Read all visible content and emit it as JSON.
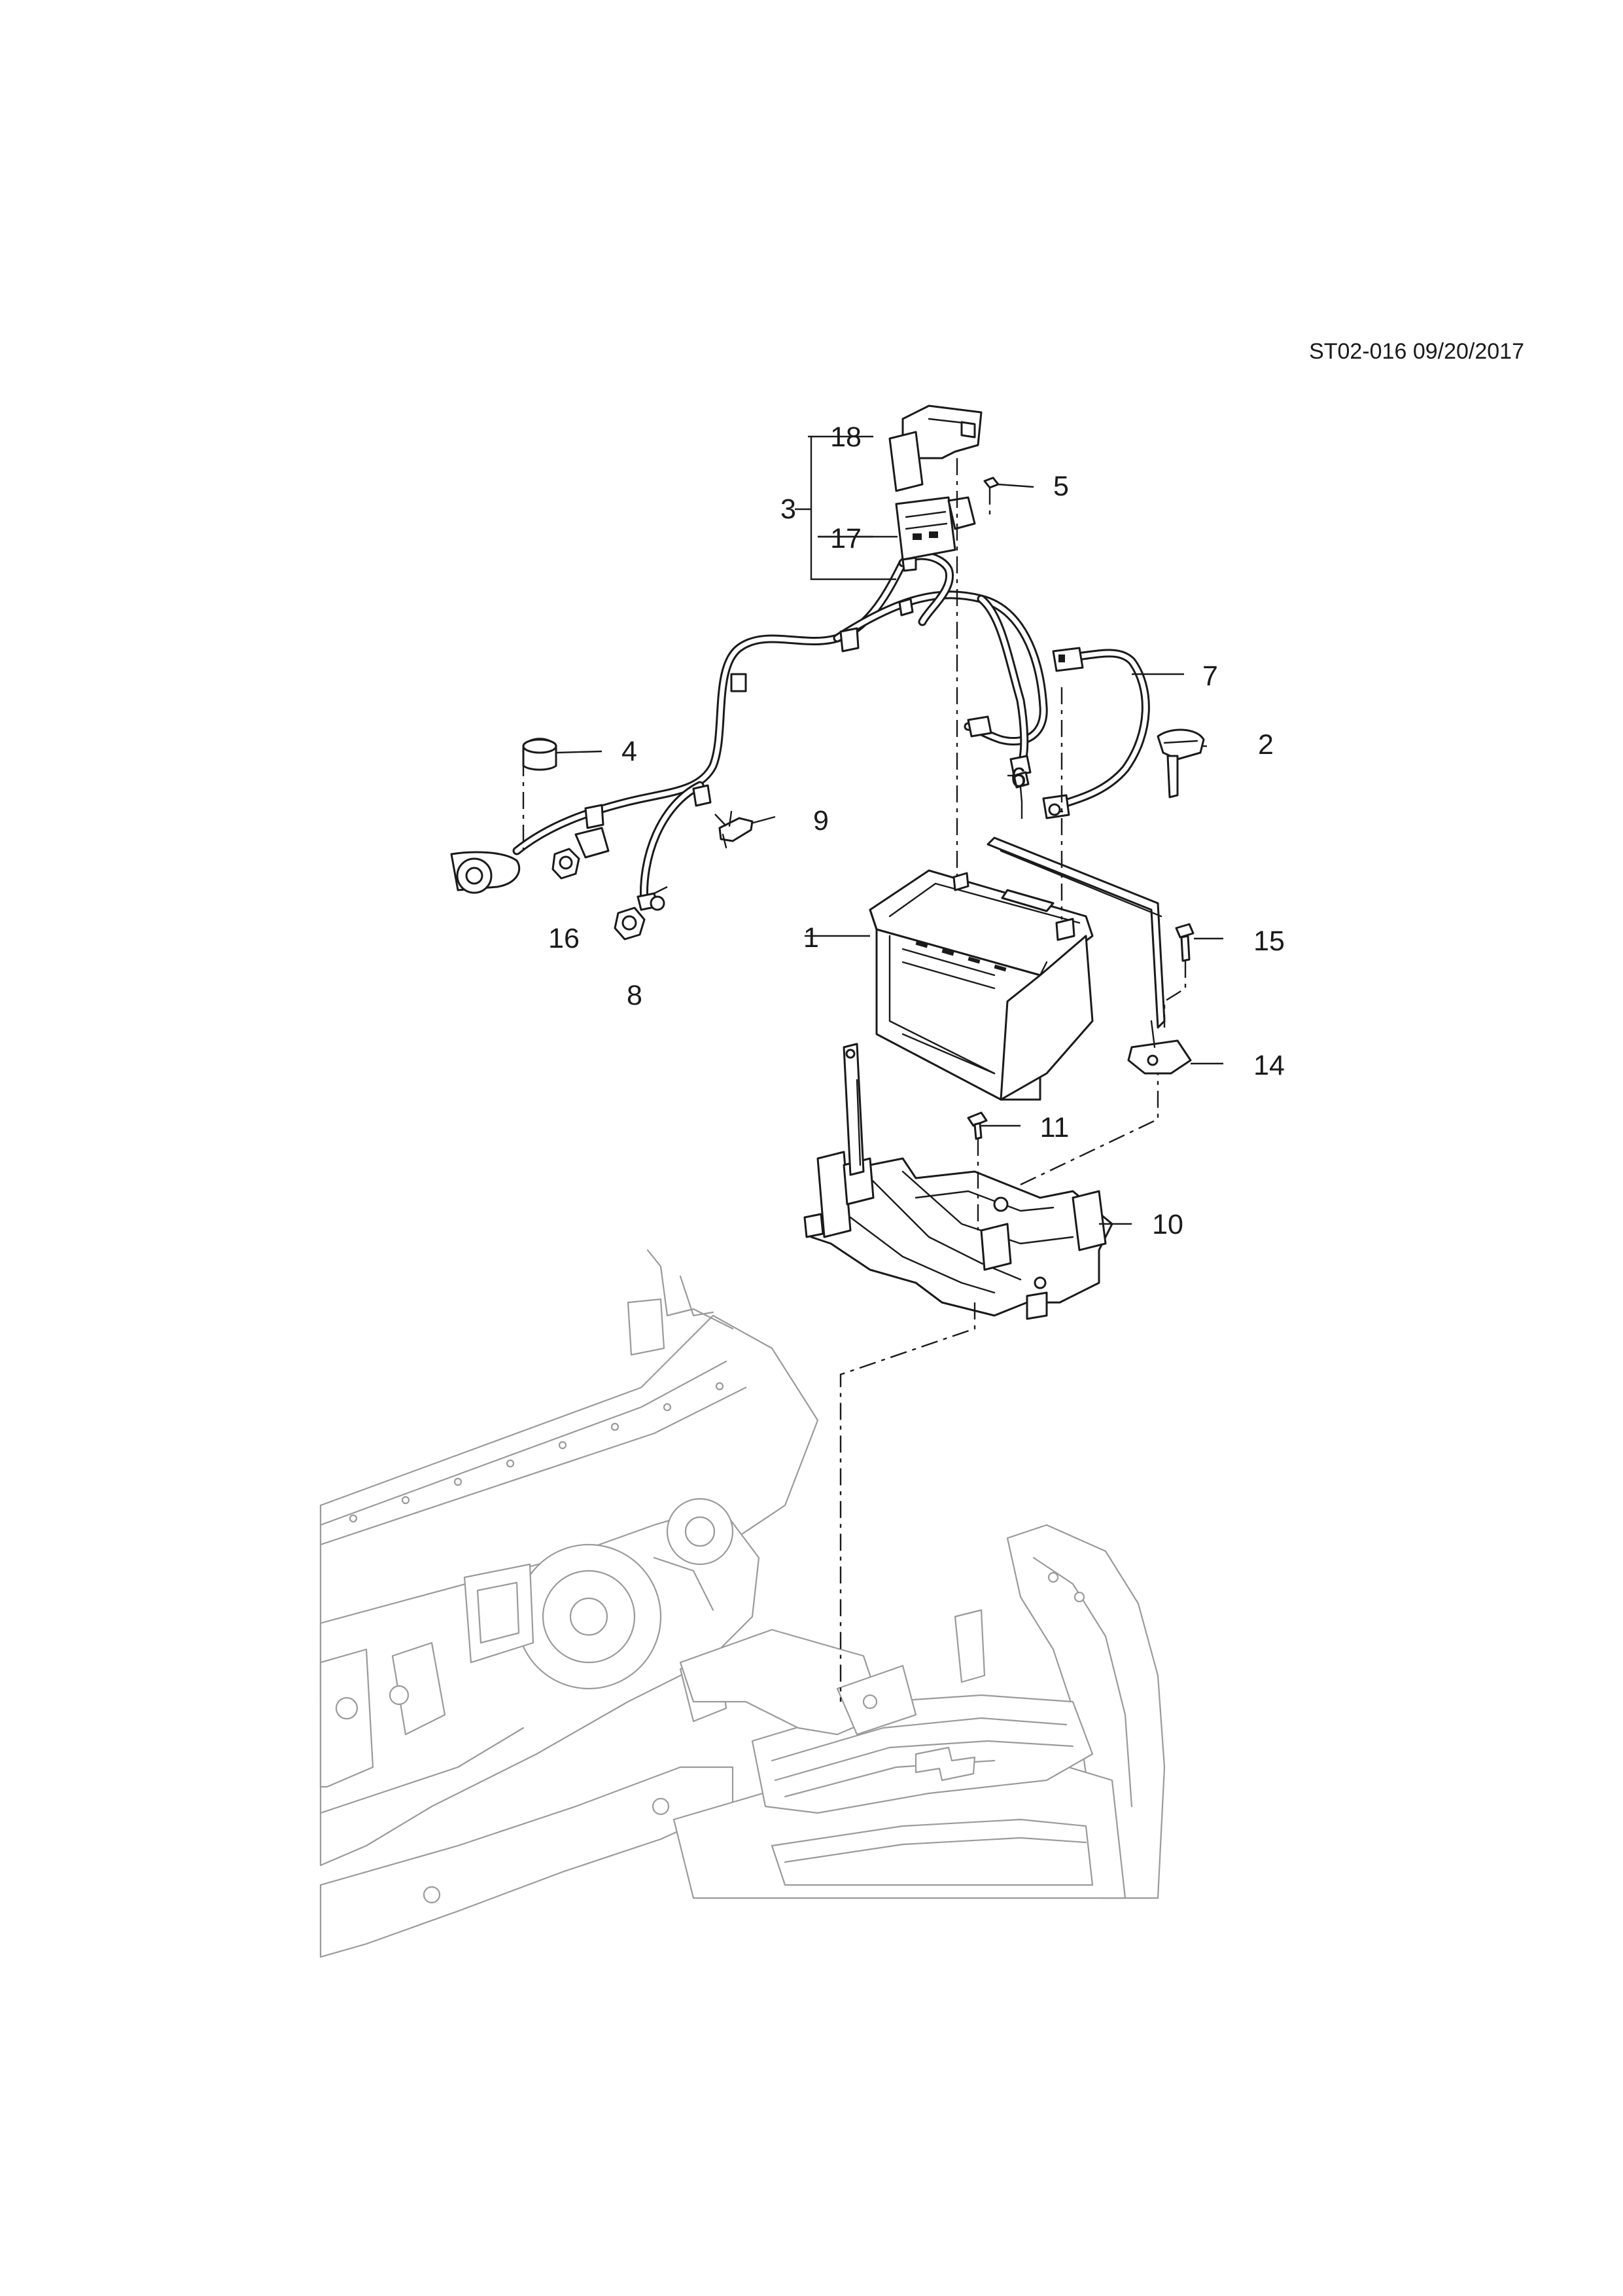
{
  "header": {
    "document_ref": "ST02-016 09/20/2017"
  },
  "callouts": {
    "c1": "1",
    "c2": "2",
    "c3": "3",
    "c4": "4",
    "c5": "5",
    "c6": "6",
    "c7": "7",
    "c8": "8",
    "c9": "9",
    "c10": "10",
    "c11": "11",
    "c14": "14",
    "c15": "15",
    "c16": "16",
    "c17": "17",
    "c18": "18"
  },
  "colors": {
    "line": "#1a1a1a",
    "vehicle_ghost": "#9a9a9a",
    "background": "#ffffff"
  }
}
